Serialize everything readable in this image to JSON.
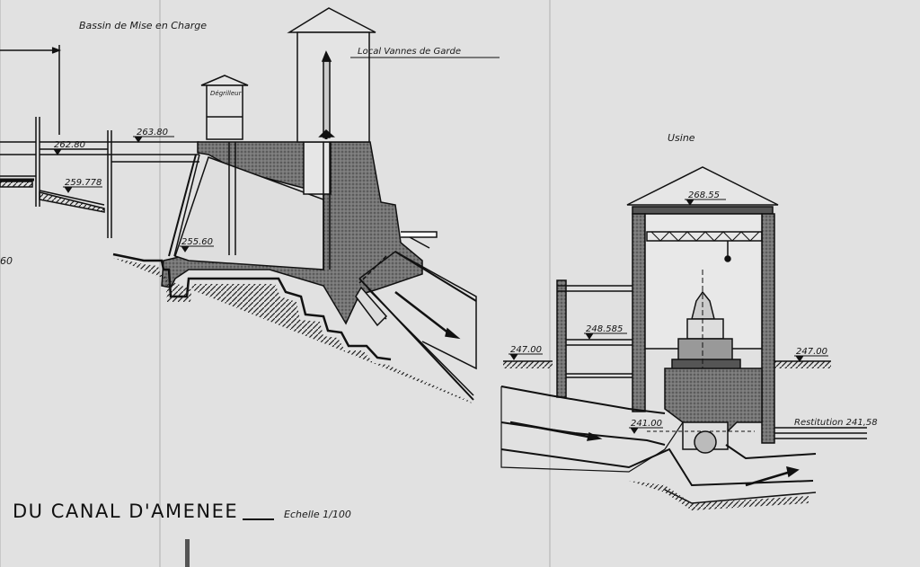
{
  "labels": {
    "bassin": "Bassin de Mise en Charge",
    "local_vannes": "Local Vannes de Garde",
    "degrilleur": "Dégrilleur",
    "usine": "Usine",
    "restitution": "Restitution 241,58",
    "title": "DU CANAL D'AMENEE",
    "scale": "Echelle 1/100",
    "edge_left": "60"
  },
  "elevations": {
    "e1": "262.80",
    "e2": "263.80",
    "e3": "259.778",
    "e4": "255.60",
    "e5": "268.55",
    "e6": "248.585",
    "e7": "247.00",
    "e8": "247.00",
    "e9": "241.00"
  }
}
